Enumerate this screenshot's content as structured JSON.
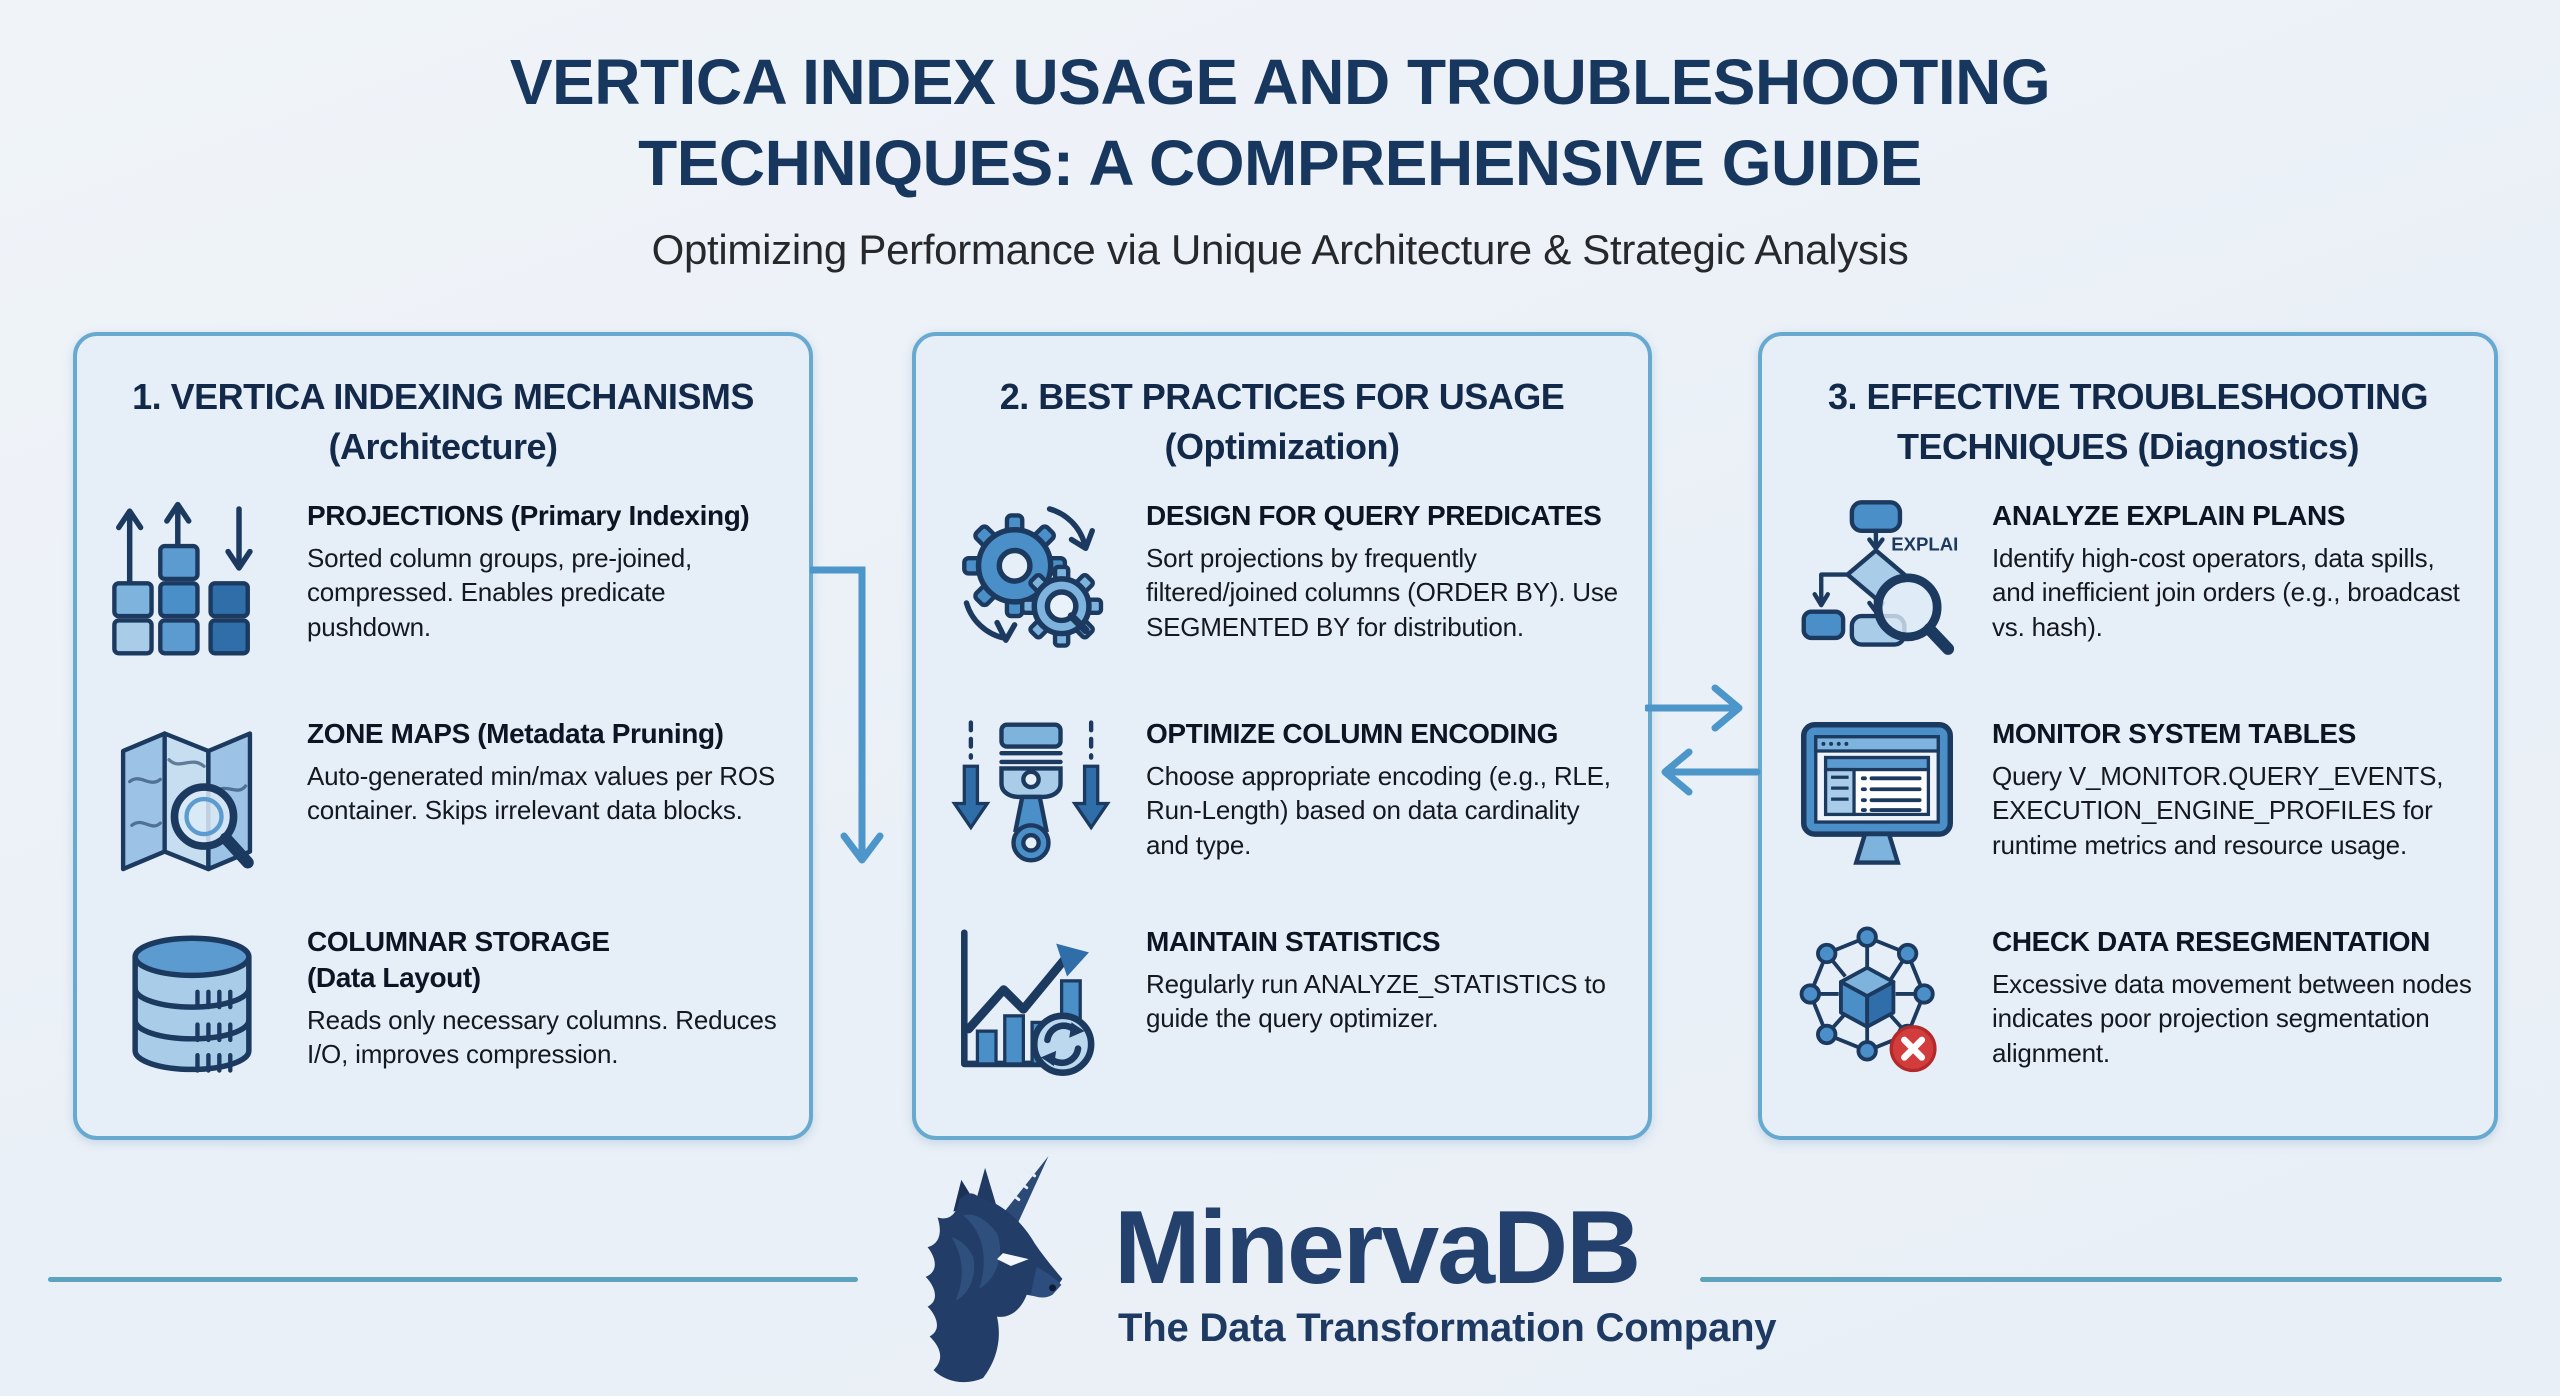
{
  "header": {
    "title_line1": "VERTICA INDEX USAGE AND TROUBLESHOOTING",
    "title_line2": "TECHNIQUES: A COMPREHENSIVE GUIDE",
    "subtitle": "Optimizing Performance via Unique Architecture & Strategic Analysis"
  },
  "panels": [
    {
      "heading1": "1. VERTICA INDEXING MECHANISMS",
      "heading2": "(Architecture)",
      "items": [
        {
          "icon": "projections-icon",
          "title": "PROJECTIONS (Primary Indexing)",
          "body": "Sorted column groups, pre-joined, compressed. Enables predicate pushdown."
        },
        {
          "icon": "zone-map-icon",
          "title": "ZONE MAPS (Metadata Pruning)",
          "body": "Auto-generated min/max values per ROS container. Skips irrelevant data blocks."
        },
        {
          "icon": "columnar-storage-icon",
          "title": "COLUMNAR STORAGE",
          "title2": "(Data Layout)",
          "body": "Reads only necessary columns. Reduces I/O, improves compression."
        }
      ]
    },
    {
      "heading1": "2. BEST PRACTICES FOR USAGE",
      "heading2": "(Optimization)",
      "items": [
        {
          "icon": "gears-magnifier-icon",
          "title": "DESIGN FOR QUERY PREDICATES",
          "body": "Sort projections by frequently filtered/joined columns (ORDER BY). Use SEGMENTED BY for distribution."
        },
        {
          "icon": "piston-icon",
          "title": "OPTIMIZE COLUMN ENCODING",
          "body": "Choose appropriate encoding (e.g., RLE, Run-Length) based on data cardinality and type."
        },
        {
          "icon": "statistics-chart-icon",
          "title": "MAINTAIN STATISTICS",
          "body": "Regularly run ANALYZE_STATISTICS to guide the query optimizer."
        }
      ]
    },
    {
      "heading1": "3. EFFECTIVE TROUBLESHOOTING",
      "heading2": "TECHNIQUES (Diagnostics)",
      "items": [
        {
          "icon": "explain-plan-icon",
          "icon_label": "EXPLAIN",
          "title": "ANALYZE EXPLAIN PLANS",
          "body": "Identify high-cost operators, data spills, and inefficient join orders (e.g., broadcast vs. hash)."
        },
        {
          "icon": "monitor-table-icon",
          "title": "MONITOR SYSTEM TABLES",
          "body": "Query V_MONITOR.QUERY_EVENTS, EXECUTION_ENGINE_PROFILES for runtime metrics and resource usage."
        },
        {
          "icon": "network-error-icon",
          "title": "CHECK DATA RESEGMENTATION",
          "body": "Excessive data movement between nodes indicates poor projection segmentation alignment."
        }
      ]
    }
  ],
  "footer": {
    "brand": "MinervaDB",
    "tagline": "The Data Transformation Company"
  },
  "colors": {
    "title_navy": "#17375e",
    "panel_border": "#68aacf",
    "panel_background": "#e6eff8",
    "arrow_blue": "#4c96c9",
    "icon_navy_outline": "#1c3a5f",
    "icon_blue_fill": "#4a8fc7",
    "error_red": "#d23c3c",
    "brand_navy": "#24416e",
    "divider_teal": "#5ea3bd"
  }
}
